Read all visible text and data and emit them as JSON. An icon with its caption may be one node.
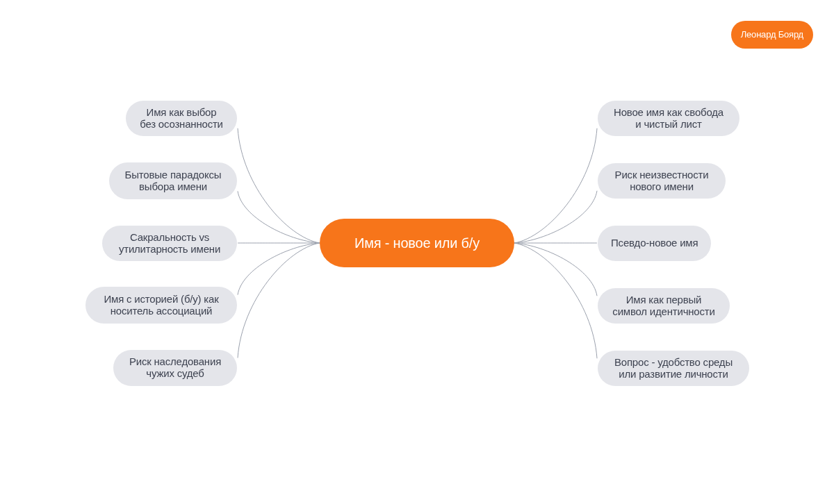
{
  "diagram": {
    "nodes": [
      {
        "text": [
          "Леонард Боярд"
        ]
      },
      {
        "text": [
          "Имя - новое или б/у"
        ]
      },
      {
        "text": [
          "Имя как выбор без осознанности"
        ]
      },
      {
        "text": [
          "Бытовые парадоксы выбора имени"
        ]
      },
      {
        "text": [
          "Сакральность vs утилитарность имени"
        ]
      },
      {
        "text": [
          "Имя с историей (б/у) как носитель ассоциаций"
        ]
      },
      {
        "text": [
          "Риск наследования чужих судеб"
        ]
      },
      {
        "text": [
          "Новое имя как свобода и чистый лист"
        ]
      },
      {
        "text": [
          "Риск неизвестности нового имени"
        ]
      },
      {
        "text": [
          "Псевдо-новое имя"
        ]
      },
      {
        "text": [
          "Имя как первый символ идентичности"
        ]
      },
      {
        "text": [
          "Вопрос - удобство среды или развитие личности"
        ]
      }
    ],
    "edges": [
      {
        "from": 1,
        "to": 2,
        "arrow": "none"
      },
      {
        "from": 1,
        "to": 3,
        "arrow": "none"
      },
      {
        "from": 1,
        "to": 4,
        "arrow": "none"
      },
      {
        "from": 1,
        "to": 5,
        "arrow": "none"
      },
      {
        "from": 1,
        "to": 6,
        "arrow": "none"
      },
      {
        "from": 1,
        "to": 7,
        "arrow": "none"
      },
      {
        "from": 1,
        "to": 8,
        "arrow": "none"
      },
      {
        "from": 1,
        "to": 9,
        "arrow": "none"
      },
      {
        "from": 1,
        "to": 10,
        "arrow": "none"
      },
      {
        "from": 1,
        "to": 11,
        "arrow": "none"
      }
    ]
  }
}
